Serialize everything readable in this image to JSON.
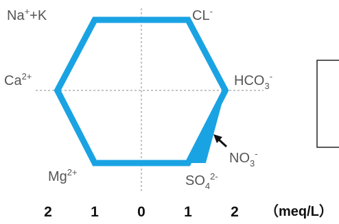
{
  "chart_data": {
    "type": "stiff-diagram",
    "unit": "（meq/L）",
    "x_ticks": [
      "2",
      "1",
      "0",
      "1",
      "2"
    ],
    "x_range": [
      -2,
      2
    ],
    "axes": [
      {
        "left_ion": {
          "base": "Na",
          "sup": "+",
          "suffix": "+K"
        },
        "right_ion": {
          "base": "CL",
          "sup": "-"
        }
      },
      {
        "left_ion": {
          "base": "Ca",
          "sup": "2+"
        },
        "right_ion": {
          "base": "HCO",
          "sub": "3",
          "sup": "-"
        }
      },
      {
        "left_ion": {
          "base": "Mg",
          "sup": "2+"
        },
        "right_ion": {
          "base": "SO",
          "sub": "4",
          "sup": "2-"
        }
      }
    ],
    "polygon": {
      "left_values": [
        1.0,
        1.8,
        1.0
      ],
      "right_values": [
        1.0,
        1.8,
        1.0
      ],
      "color": "#1aa3e3"
    },
    "annotation": {
      "base": "NO",
      "sub": "3",
      "sup": "-"
    },
    "annotation_arrow_color": "#111111",
    "grid_color": "#888888"
  }
}
